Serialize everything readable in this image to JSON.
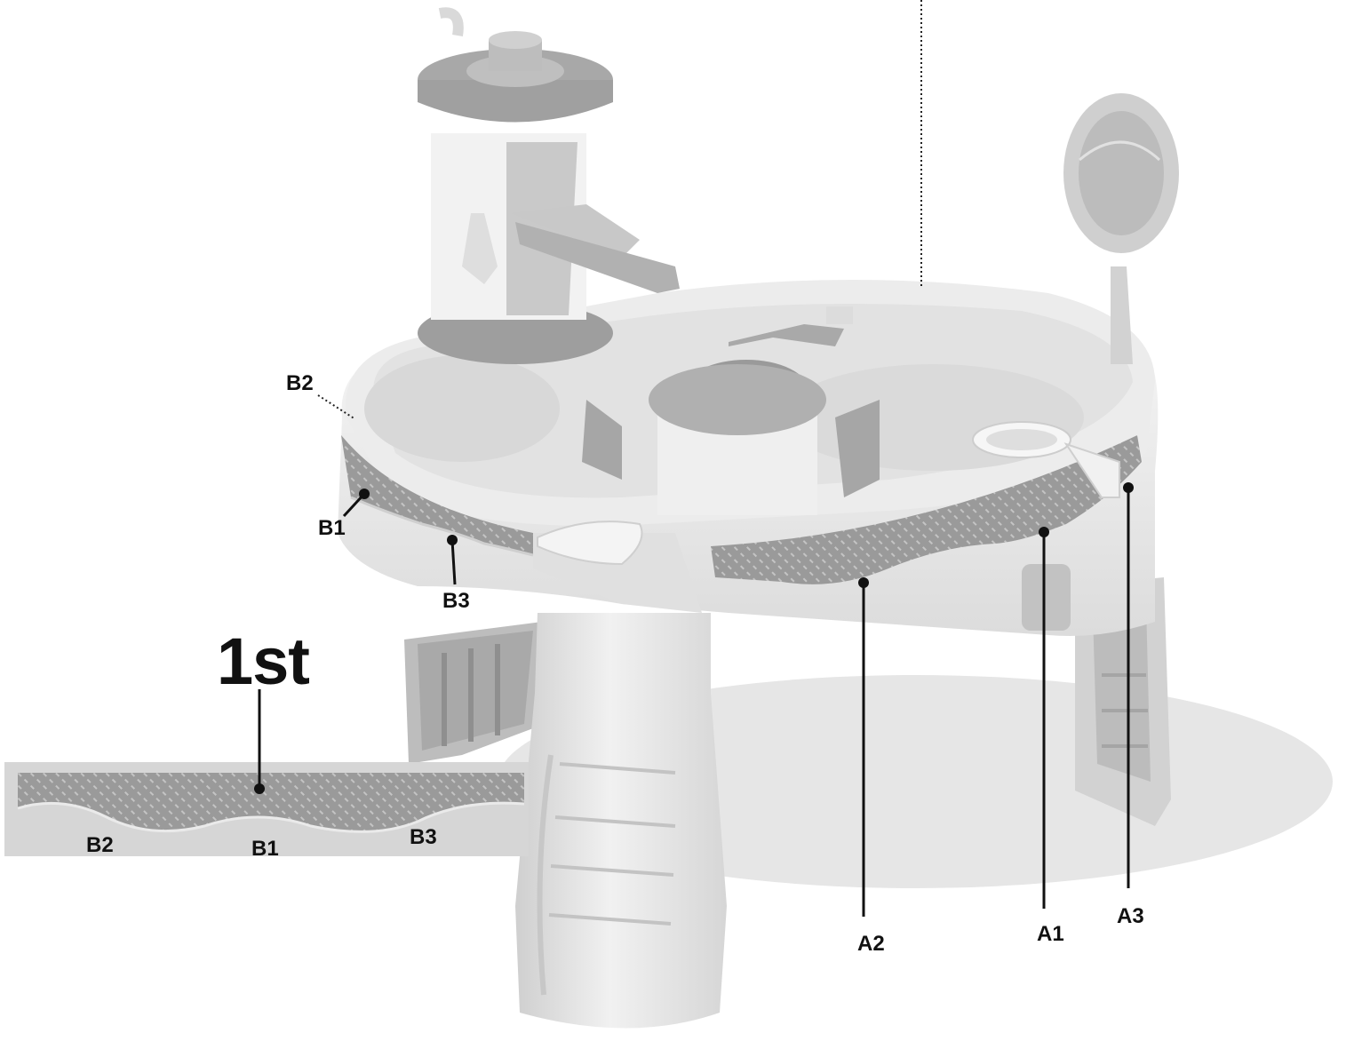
{
  "diagram": {
    "step_label": "1st",
    "callouts": {
      "b1": "B1",
      "b2": "B2",
      "b3": "B3",
      "a1": "A1",
      "a2": "A2",
      "a3": "A3"
    },
    "inset_labels": {
      "b2": "B2",
      "b1": "B1",
      "b3": "B3"
    }
  }
}
